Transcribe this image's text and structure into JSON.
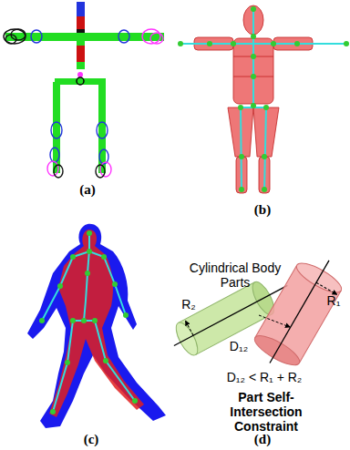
{
  "diagram": {
    "labels": [
      "(a)",
      "(b)",
      "(c)",
      "(d)",
      "Cylindrical Body Parts",
      "R₁",
      "R₂",
      "D₁₂",
      "D₁₂ < R₁ + R₂",
      "Part Self-Intersection Constraint"
    ]
  }
}
